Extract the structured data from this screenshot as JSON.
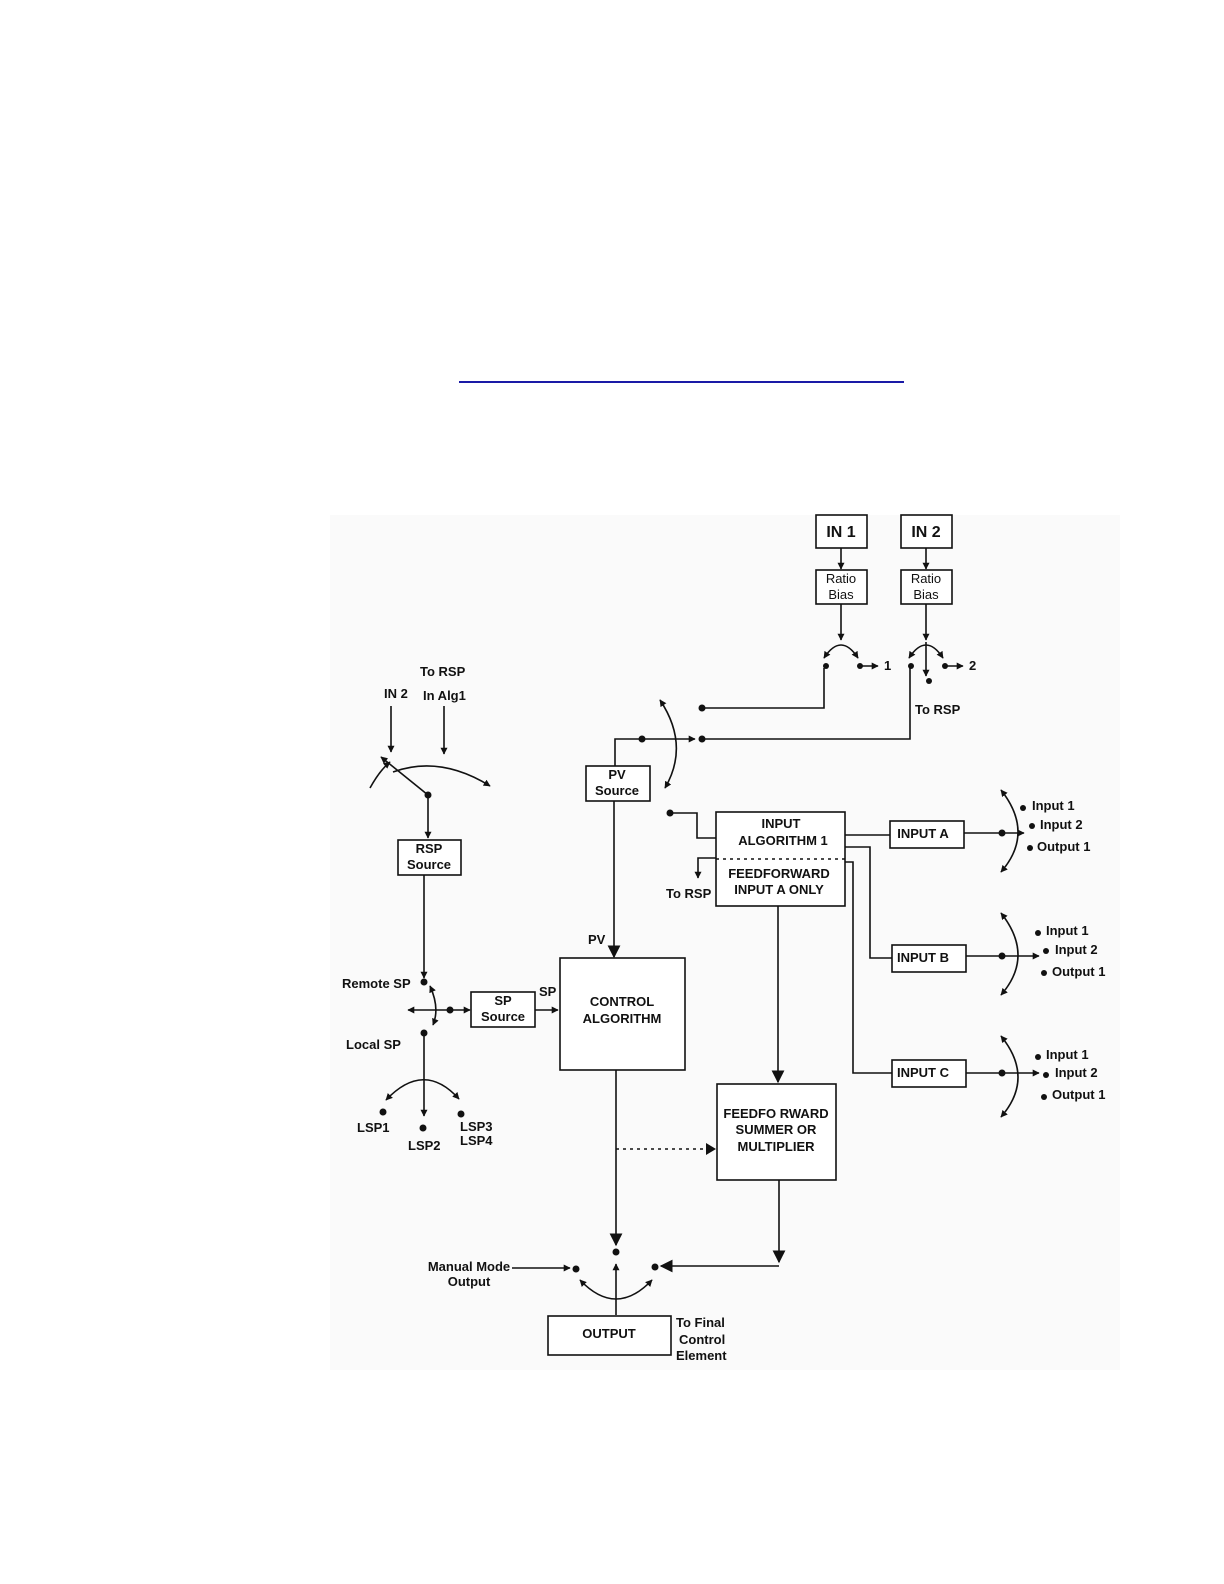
{
  "colors": {
    "rule": "#1a1aa6",
    "ink": "#111111",
    "panel": "#fafafa"
  },
  "diagram": {
    "in1": "IN 1",
    "in2": "IN 2",
    "ratio_bias_1": [
      "Ratio",
      "Bias"
    ],
    "ratio_bias_2": [
      "Ratio",
      "Bias"
    ],
    "switch_out_1": "1",
    "switch_out_2": "2",
    "to_rsp_top": "To RSP",
    "in2_left": "IN 2",
    "to_rsp_alg": [
      "To RSP",
      "In Alg1"
    ],
    "rsp_source": [
      "RSP",
      "Source"
    ],
    "pv_source": [
      "PV",
      "Source"
    ],
    "pv_label": "PV",
    "input_algorithm": [
      "INPUT",
      "ALGORITHM 1"
    ],
    "feedforward_input": [
      "FEEDFORWARD",
      "INPUT A ONLY"
    ],
    "to_rsp_mid": "To RSP",
    "input_a": "INPUT A",
    "input_b": "INPUT B",
    "input_c": "INPUT C",
    "selector_a": [
      "Input 1",
      "Input 2",
      "Output 1"
    ],
    "selector_b": [
      "Input 1",
      "Input 2",
      "Output 1"
    ],
    "selector_c": [
      "Input 1",
      "Input 2",
      "Output 1"
    ],
    "remote_sp": "Remote SP",
    "local_sp": "Local SP",
    "sp_source": [
      "SP",
      "Source"
    ],
    "sp_label": "SP",
    "control_algorithm": [
      "CONTROL",
      "ALGORITHM"
    ],
    "lsp1": "LSP1",
    "lsp2": "LSP2",
    "lsp34": [
      "LSP3",
      "LSP4"
    ],
    "feedforward_summer": [
      "FEEDFO RWARD",
      "SUMMER OR",
      "MULTIPLIER"
    ],
    "manual_mode": [
      "Manual Mode",
      "Output"
    ],
    "output": "OUTPUT",
    "to_final": [
      "To Final",
      "Control",
      "Element"
    ]
  }
}
